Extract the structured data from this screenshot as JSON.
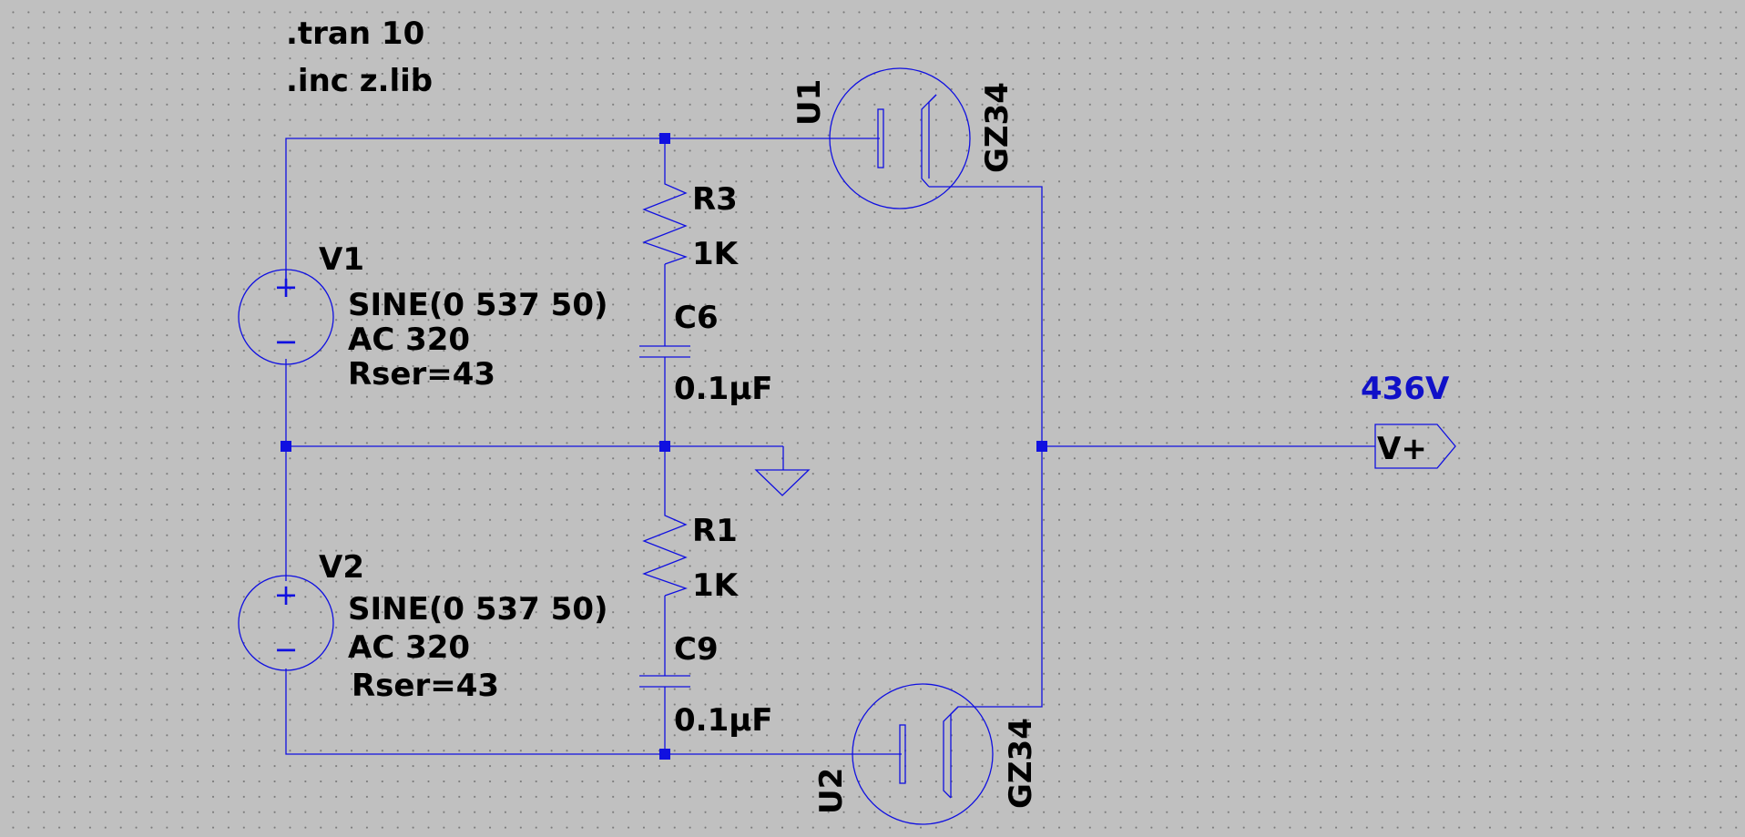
{
  "directives": {
    "tran": ".tran 10",
    "include": ".inc z.lib"
  },
  "colors": {
    "background": "#c0c0c0",
    "wire": "#1010e0",
    "label": "#000000",
    "net_value": "#1010c8"
  },
  "components": {
    "v1": {
      "name": "V1",
      "line1": "SINE(0 537 50)",
      "line2": "AC 320",
      "line3": "Rser=43",
      "plus": "+",
      "minus": "−"
    },
    "v2": {
      "name": "V2",
      "line1": "SINE(0 537 50)",
      "line2": "AC 320",
      "line3": "Rser=43",
      "plus": "+",
      "minus": "−"
    },
    "r3": {
      "name": "R3",
      "value": "1K"
    },
    "r1": {
      "name": "R1",
      "value": "1K"
    },
    "c6": {
      "name": "C6",
      "value": "0.1µF"
    },
    "c9": {
      "name": "C9",
      "value": "0.1µF"
    },
    "u1": {
      "name": "U1",
      "model": "GZ34"
    },
    "u2": {
      "name": "U2",
      "model": "GZ34"
    }
  },
  "output": {
    "net_label": "V+",
    "voltage": "436V"
  }
}
